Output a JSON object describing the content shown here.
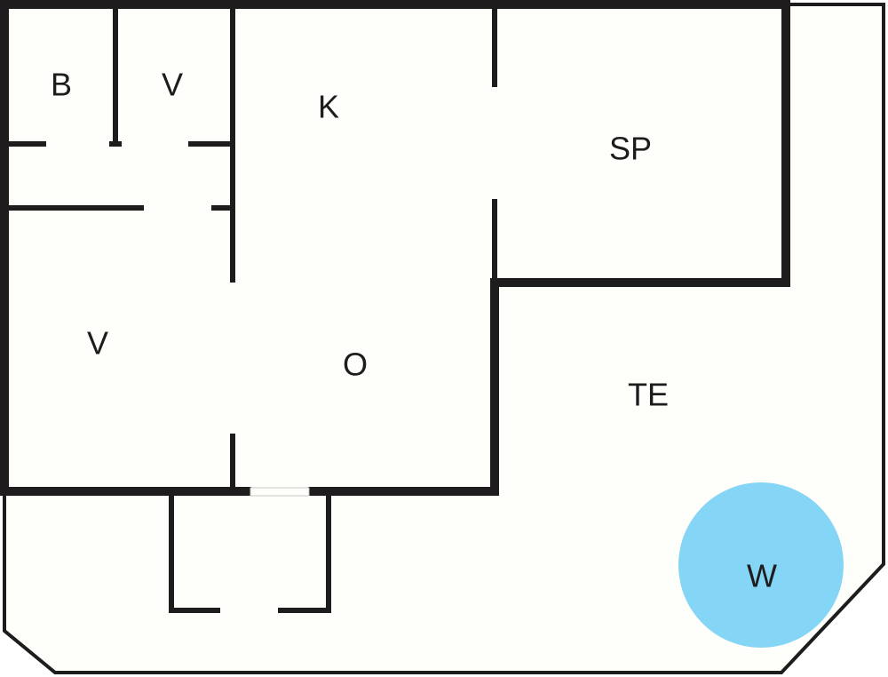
{
  "title": "Floor plan",
  "colors": {
    "background": "#fefefa",
    "wall": "#1e1c1d",
    "water_feature": "#84d5f6"
  },
  "rooms": [
    {
      "id": "b",
      "label": "B"
    },
    {
      "id": "v-top",
      "label": "V"
    },
    {
      "id": "k",
      "label": "K"
    },
    {
      "id": "sp",
      "label": "SP"
    },
    {
      "id": "v-bottom",
      "label": "V"
    },
    {
      "id": "o",
      "label": "O"
    },
    {
      "id": "te",
      "label": "TE"
    },
    {
      "id": "w",
      "label": "W"
    }
  ]
}
